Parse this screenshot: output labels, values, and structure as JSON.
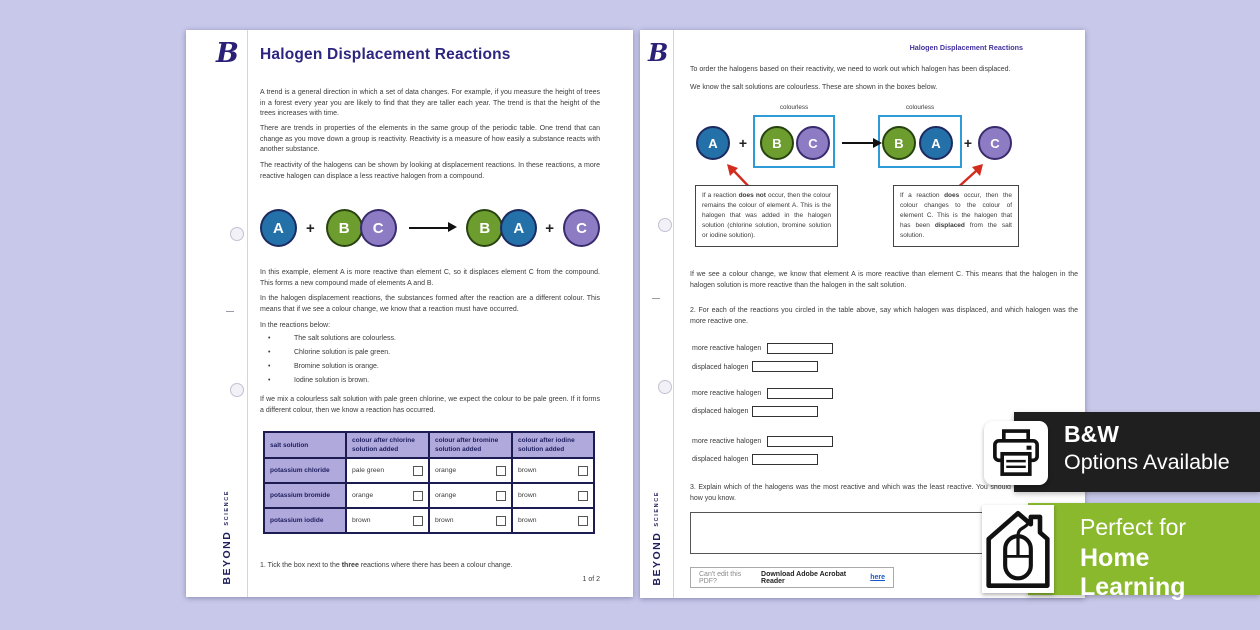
{
  "brand": {
    "logo_letter": "B",
    "name_bold": "BEYOND",
    "name_light": "SCIENCE"
  },
  "colors": {
    "background": "#c8c8ea",
    "brand_indigo": "#2b2478",
    "circle_blue": "#2470a8",
    "circle_green": "#6d9d2e",
    "circle_purple": "#8d7cc3",
    "table_header_purple": "#b0a9dc",
    "solution_box_blue": "#2e9bd6",
    "callout_arrow_red": "#d32b1e",
    "badge_dark": "#1f1f1f",
    "badge_green": "#8ab92e",
    "link_blue": "#1957c8"
  },
  "diagram": {
    "plus": "+",
    "letters": {
      "a": "A",
      "b": "B",
      "c": "C"
    }
  },
  "page1": {
    "title": "Halogen Displacement Reactions",
    "para1": "A trend is a general direction in which a set of data changes. For example, if you measure the height of trees in a forest every year you are likely to find that they are taller each year. The trend is that the height of the trees increases with time.",
    "para2": "There are trends in properties of the elements in the same group of the periodic table. One trend that can change as you move down a group is reactivity. Reactivity is a measure of how easily a substance reacts with another substance.",
    "para3": "The reactivity of the halogens can be shown by looking at displacement reactions. In these reactions, a more reactive halogen can displace a less reactive halogen from a compound.",
    "para4": "In this example, element A is more reactive than element C, so it displaces element C from the compound. This forms a new compound made of elements A and B.",
    "para5": "In the halogen displacement reactions, the substances formed after the reaction are a different colour. This means that if we see a colour change, we know that a reaction must have occurred.",
    "para6": "In the reactions below:",
    "bullets": [
      "The salt solutions are colourless.",
      "Chlorine solution is pale green.",
      "Bromine solution is orange.",
      "Iodine solution is brown."
    ],
    "para7": "If we mix a colourless salt solution with pale green chlorine, we expect the colour to be pale green. If it forms a different colour, then we know a reaction has occurred.",
    "table": {
      "headers": [
        "salt solution",
        "colour after chlorine solution added",
        "colour after bromine solution added",
        "colour after iodine solution added"
      ],
      "rows": [
        {
          "salt": "potassium chloride",
          "cells": [
            "pale green",
            "orange",
            "brown"
          ]
        },
        {
          "salt": "potassium bromide",
          "cells": [
            "orange",
            "orange",
            "brown"
          ]
        },
        {
          "salt": "potassium iodide",
          "cells": [
            "brown",
            "brown",
            "brown"
          ]
        }
      ]
    },
    "q1": {
      "pre": "1. Tick the box next to the ",
      "bold": "three",
      "post": " reactions where there has been a colour change."
    },
    "page_number": "1 of 2"
  },
  "page2": {
    "header": "Halogen Displacement Reactions",
    "para1": "To order the halogens based on their reactivity, we need to work out which halogen has been displaced.",
    "para2": "We know the salt solutions are colourless. These are shown in the boxes below.",
    "colourless_label": "colourless",
    "note_no_reaction": {
      "s1": "If a reaction ",
      "b1": "does not",
      "s2": " occur, then the colour remains the colour of element A. This is the halogen that was added in the halogen solution (chlorine solution, bromine solution or iodine solution)."
    },
    "note_reaction": {
      "s1": "If a reaction ",
      "b1": "does",
      "s2": " occur, then the colour changes to the colour of element C. This is the halogen that has been ",
      "b2": "displaced",
      "s3": " from the salt solution."
    },
    "para3": "If we see a colour change, we know that element A is more reactive than element C. This means that the halogen in the halogen solution is more reactive than the halogen in the salt solution.",
    "q2": "2. For each of the reactions you circled in the table above, say which halogen was displaced, and which halogen was the more reactive one.",
    "form": {
      "more_label": "more reactive halogen",
      "displaced_label": "displaced halogen"
    },
    "q3": "3. Explain which of the halogens was the most reactive and which was the least reactive. You should use the results to say how you know.",
    "footer": {
      "gray": "Can't edit this PDF? ",
      "bold": "Download Adobe Acrobat Reader ",
      "link": "here"
    }
  },
  "badges": {
    "bw": {
      "line1": "B&W",
      "line2": "Options Available"
    },
    "home": {
      "line1": "Perfect for",
      "line2": "Home Learning"
    }
  }
}
